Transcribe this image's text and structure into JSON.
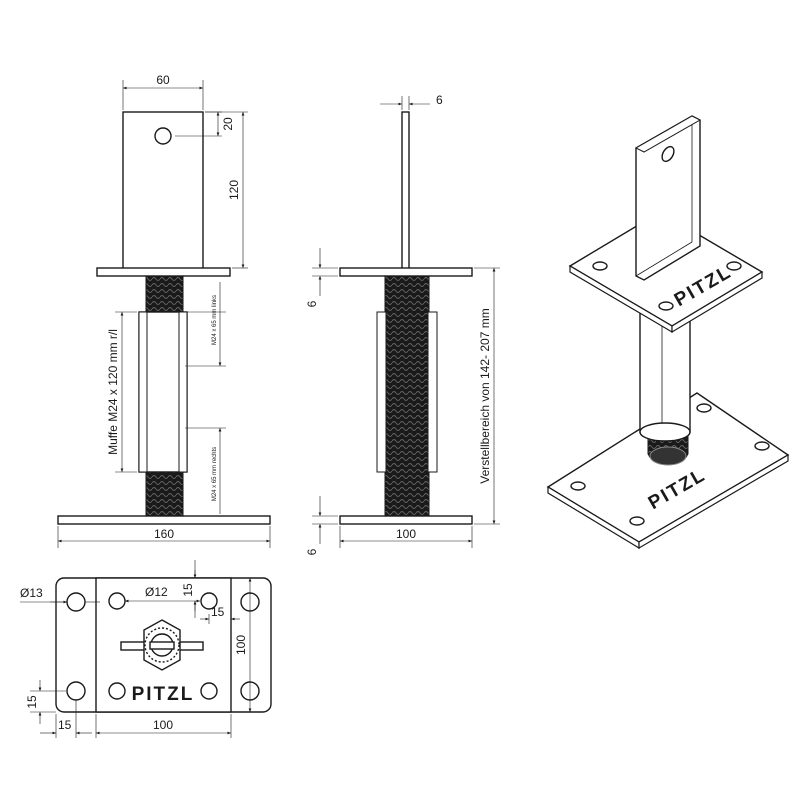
{
  "dimensions": {
    "front_top_width": "60",
    "front_top_offset": "20",
    "front_top_height": "120",
    "front_sleeve_label": "Muffe M24 x 120 mm r/l",
    "front_thread_left": "M24 x 65 mm links",
    "front_thread_right": "M24 x 65 mm rechts",
    "front_base_width": "160",
    "side_top_thickness": "6",
    "side_plate_top": "6",
    "side_plate_bottom": "6",
    "side_range": "Verstellbereich von 142- 207 mm",
    "side_base_width": "100",
    "plan_hole_large": "Ø13",
    "plan_hole_small": "Ø12",
    "plan_edge_top": "15",
    "plan_edge_right": "15",
    "plan_height": "100",
    "plan_edge_left_vertical": "15",
    "plan_edge_left": "15",
    "plan_width": "100"
  },
  "branding": {
    "logo_iso_top": "PITZL",
    "logo_iso_bottom": "PITZL",
    "logo_plan": "PITZL"
  }
}
